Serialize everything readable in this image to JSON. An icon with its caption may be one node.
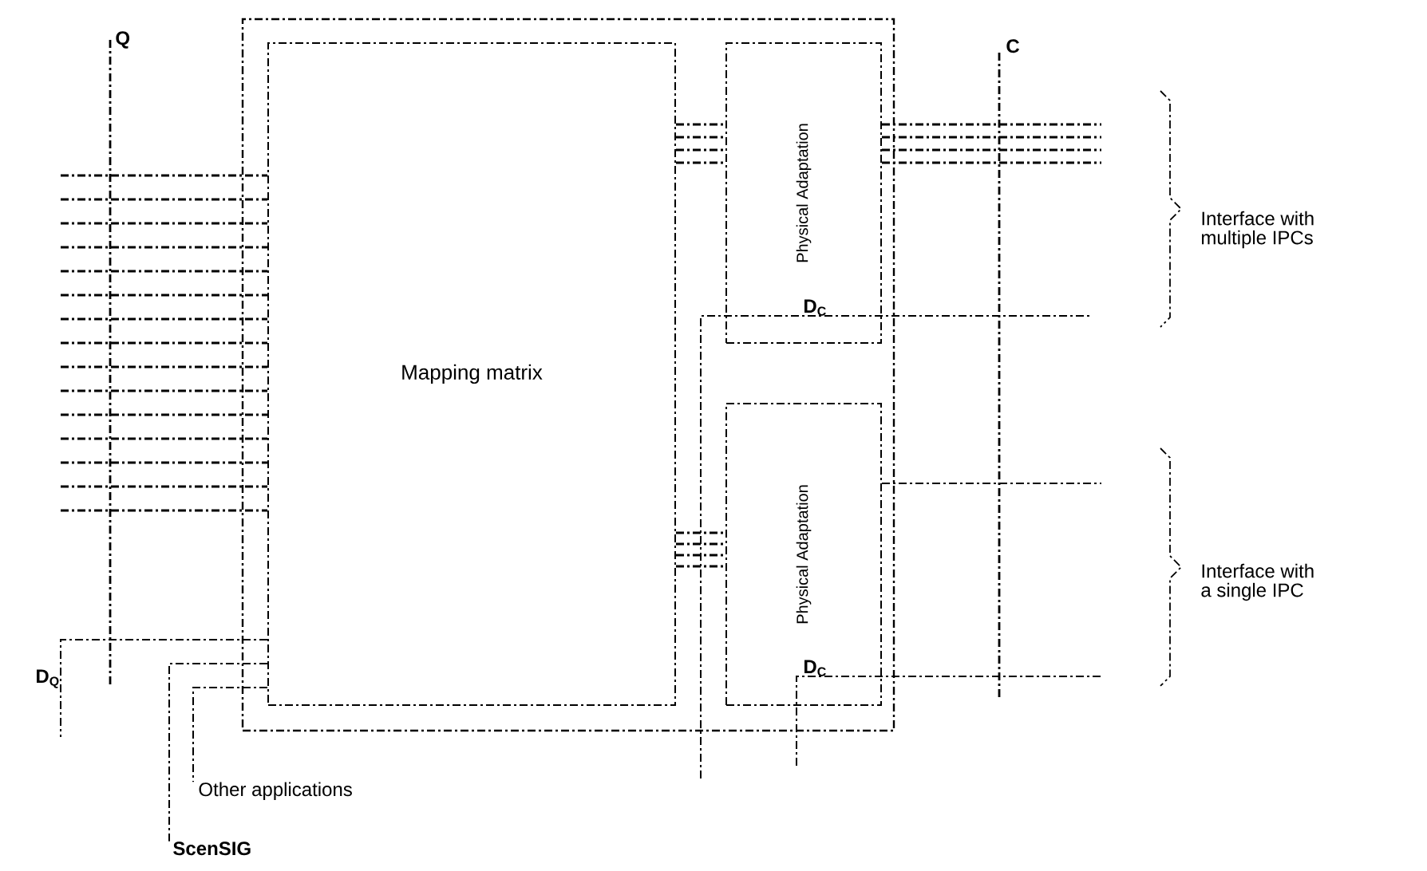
{
  "diagram": {
    "nodes": [
      {
        "text": [],
        "shape": "box"
      },
      {
        "text": [
          "Mapping matrix"
        ],
        "in": 0
      },
      {
        "text": [
          "Physical Adaptation"
        ],
        "in": 0
      },
      {
        "text": [
          "Physical Adaptation"
        ],
        "in": 0
      },
      {
        "text": [
          "Other applications"
        ]
      },
      {
        "text": [
          "ScenSIG"
        ]
      }
    ],
    "edges": [
      {
        "from": null,
        "to": 1,
        "arrow": "none"
      },
      {
        "from": null,
        "to": 1,
        "arrow": "none"
      },
      {
        "from": null,
        "to": 1,
        "arrow": "none"
      },
      {
        "from": null,
        "to": 1,
        "arrow": "none"
      },
      {
        "from": null,
        "to": 1,
        "arrow": "none"
      },
      {
        "from": null,
        "to": 1,
        "arrow": "none"
      },
      {
        "from": null,
        "to": 1,
        "arrow": "none"
      },
      {
        "from": null,
        "to": 1,
        "arrow": "none"
      },
      {
        "from": null,
        "to": 1,
        "arrow": "none"
      },
      {
        "from": null,
        "to": 1,
        "arrow": "none"
      },
      {
        "from": null,
        "to": 1,
        "arrow": "none"
      },
      {
        "from": null,
        "to": 1,
        "arrow": "none"
      },
      {
        "from": null,
        "to": 1,
        "arrow": "none"
      },
      {
        "from": null,
        "to": 1,
        "arrow": "none"
      },
      {
        "from": null,
        "to": 1,
        "arrow": "none"
      },
      {
        "from": 1,
        "to": 2,
        "arrow": "none"
      },
      {
        "from": 1,
        "to": 2,
        "arrow": "none"
      },
      {
        "from": 1,
        "to": 2,
        "arrow": "none"
      },
      {
        "from": 1,
        "to": 2,
        "arrow": "none"
      },
      {
        "from": 2,
        "to": null,
        "arrow": "none"
      },
      {
        "from": 2,
        "to": null,
        "arrow": "none"
      },
      {
        "from": 2,
        "to": null,
        "arrow": "none"
      },
      {
        "from": 2,
        "to": null,
        "arrow": "none"
      },
      {
        "from": 1,
        "to": 3,
        "arrow": "none"
      },
      {
        "from": 1,
        "to": 3,
        "arrow": "none"
      },
      {
        "from": 1,
        "to": 3,
        "arrow": "none"
      },
      {
        "from": 1,
        "to": 3,
        "arrow": "none"
      },
      {
        "from": 3,
        "to": null,
        "arrow": "none"
      },
      {
        "from": 1,
        "to": null,
        "arrow": "none"
      },
      {
        "from": 1,
        "to": 5,
        "arrow": "none"
      },
      {
        "from": 1,
        "to": 4,
        "arrow": "none"
      }
    ],
    "labels": [
      "Q",
      "C",
      "Interface with multiple IPCs",
      "D$_{C}$",
      "Interface with a single IPC",
      "D$_{Q}$",
      "D$_{C}$"
    ]
  }
}
